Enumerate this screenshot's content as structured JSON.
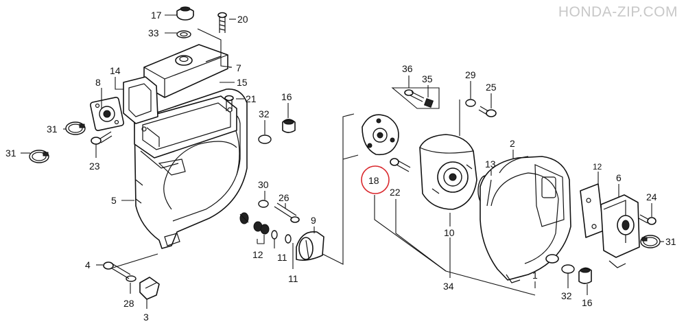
{
  "watermark": "HONDA-ZIP.COM",
  "highlight_color": "#d9262b",
  "callouts": [
    {
      "id": "c17",
      "text": "17"
    },
    {
      "id": "c20",
      "text": "20"
    },
    {
      "id": "c33",
      "text": "33"
    },
    {
      "id": "c7",
      "text": "7"
    },
    {
      "id": "c14",
      "text": "14"
    },
    {
      "id": "c8",
      "text": "8"
    },
    {
      "id": "c15",
      "text": "15"
    },
    {
      "id": "c21",
      "text": "21"
    },
    {
      "id": "c16a",
      "text": "16"
    },
    {
      "id": "c32a",
      "text": "32"
    },
    {
      "id": "c31a",
      "text": "31"
    },
    {
      "id": "c31b",
      "text": "31"
    },
    {
      "id": "c23",
      "text": "23"
    },
    {
      "id": "c30",
      "text": "30"
    },
    {
      "id": "c26",
      "text": "26"
    },
    {
      "id": "c5",
      "text": "5"
    },
    {
      "id": "c9",
      "text": "9"
    },
    {
      "id": "c12a",
      "text": "12"
    },
    {
      "id": "c11a",
      "text": "11"
    },
    {
      "id": "c11b",
      "text": "11"
    },
    {
      "id": "c4",
      "text": "4"
    },
    {
      "id": "c28",
      "text": "28"
    },
    {
      "id": "c3",
      "text": "3"
    },
    {
      "id": "c36",
      "text": "36"
    },
    {
      "id": "c35",
      "text": "35"
    },
    {
      "id": "c29",
      "text": "29"
    },
    {
      "id": "c25",
      "text": "25"
    },
    {
      "id": "c18",
      "text": "18"
    },
    {
      "id": "c22",
      "text": "22"
    },
    {
      "id": "c13",
      "text": "13"
    },
    {
      "id": "c2",
      "text": "2"
    },
    {
      "id": "c12b",
      "text": "12"
    },
    {
      "id": "c6",
      "text": "6"
    },
    {
      "id": "c24",
      "text": "24"
    },
    {
      "id": "c31c",
      "text": "31"
    },
    {
      "id": "c10",
      "text": "10"
    },
    {
      "id": "c34",
      "text": "34"
    },
    {
      "id": "c1",
      "text": "1"
    },
    {
      "id": "c32b",
      "text": "32"
    },
    {
      "id": "c16b",
      "text": "16"
    }
  ]
}
